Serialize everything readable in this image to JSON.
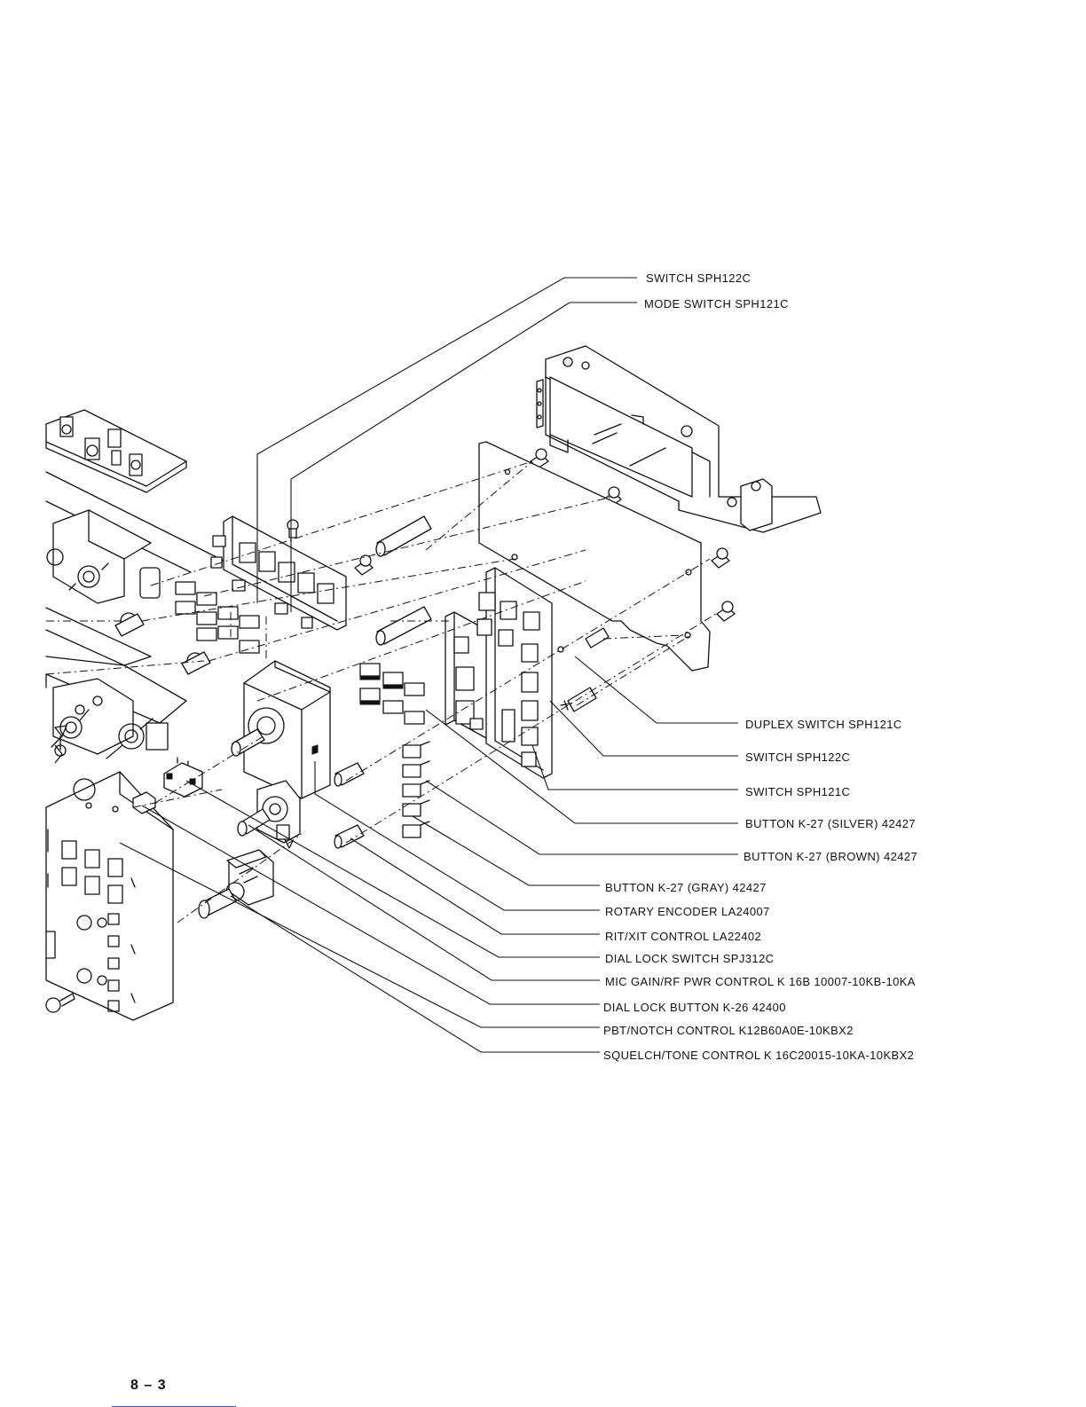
{
  "labels": [
    {
      "id": "switch-sph122c-top",
      "text": "SWITCH SPH122C"
    },
    {
      "id": "mode-switch",
      "text": "MODE SWITCH SPH121C"
    },
    {
      "id": "duplex-switch",
      "text": "DUPLEX SWITCH SPH121C"
    },
    {
      "id": "switch-sph122c",
      "text": "SWITCH SPH122C"
    },
    {
      "id": "switch-sph121c",
      "text": "SWITCH SPH121C"
    },
    {
      "id": "button-silver",
      "text": "BUTTON K-27 (SILVER) 42427"
    },
    {
      "id": "button-brown",
      "text": "BUTTON K-27 (BROWN) 42427"
    },
    {
      "id": "button-gray",
      "text": "BUTTON K-27 (GRAY) 42427"
    },
    {
      "id": "rotary-encoder",
      "text": "ROTARY ENCODER LA24007"
    },
    {
      "id": "rit-xit-control",
      "text": "RIT/XIT CONTROL LA22402"
    },
    {
      "id": "dial-lock-switch",
      "text": "DIAL LOCK SWITCH SPJ312C"
    },
    {
      "id": "mic-gain-control",
      "text": "MIC GAIN/RF PWR CONTROL K 16B 10007-10KB-10KA"
    },
    {
      "id": "dial-lock-button",
      "text": "DIAL LOCK BUTTON K-26 42400"
    },
    {
      "id": "pbt-notch-control",
      "text": "PBT/NOTCH CONTROL K12B60A0E-10KBX2"
    },
    {
      "id": "squelch-tone-control",
      "text": "SQUELCH/TONE CONTROL K 16C20015-10KA-10KBX2"
    }
  ],
  "page_number": "8 – 3"
}
